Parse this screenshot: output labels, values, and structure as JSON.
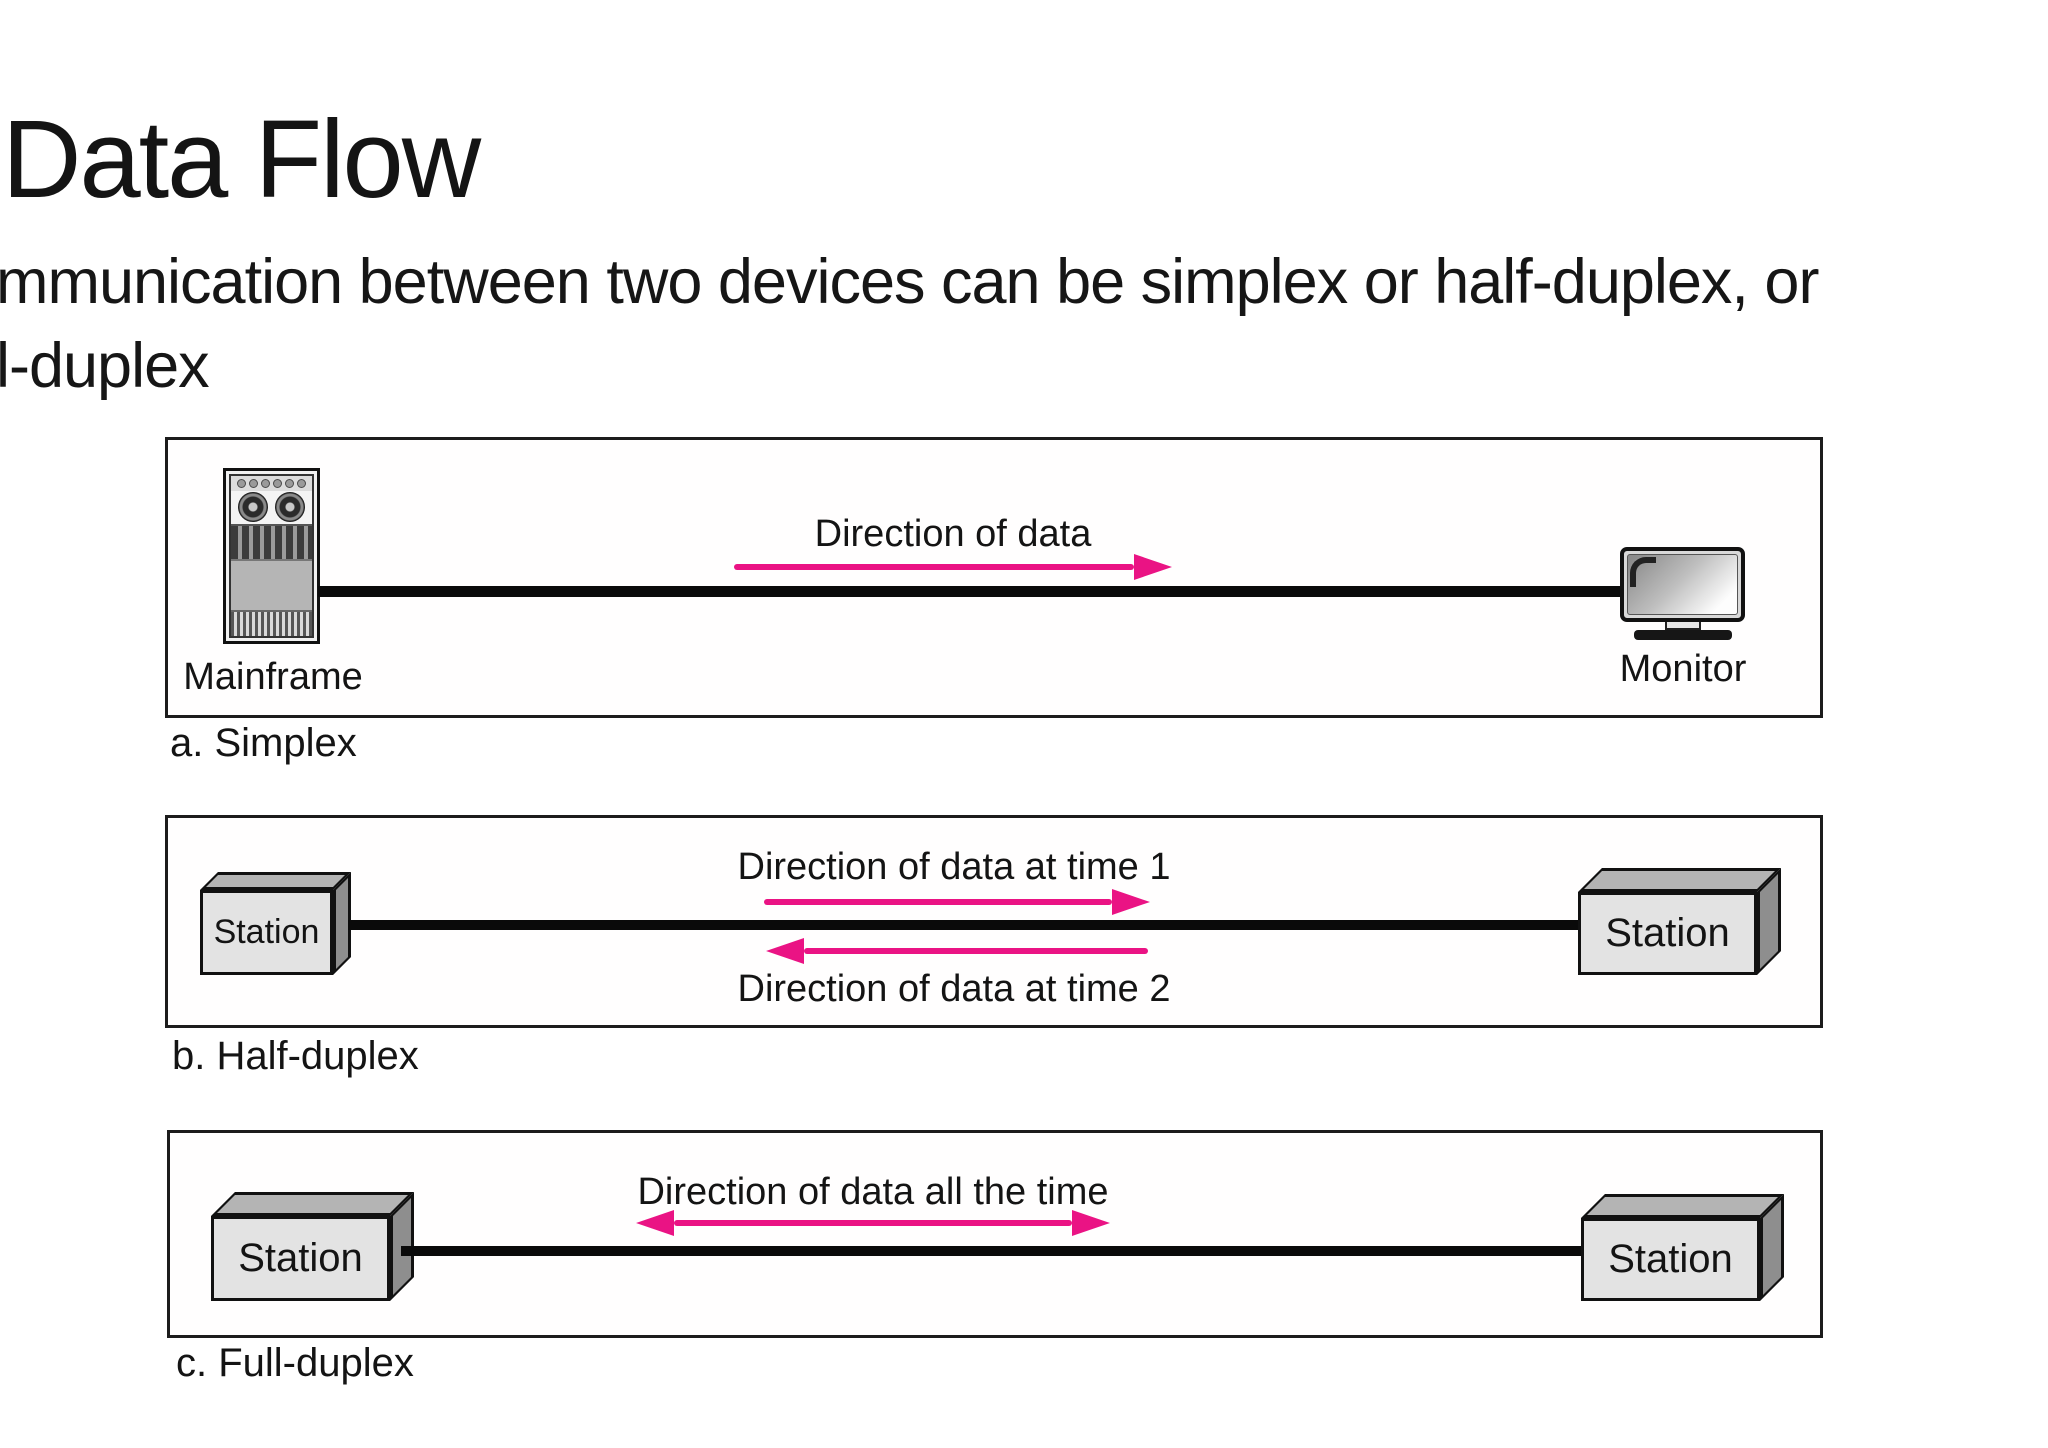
{
  "slide": {
    "title": "Data Flow",
    "subtitle_line1": "mmunication between two devices can be simplex or half-duplex, or",
    "subtitle_line2": "l-duplex"
  },
  "colors": {
    "accent_pink": "#EA1384",
    "line_black": "#0A0A0A"
  },
  "panels": {
    "simplex": {
      "caption": "a. Simplex",
      "left_device_label": "Mainframe",
      "right_device_label": "Monitor",
      "arrow_label": "Direction of data"
    },
    "half_duplex": {
      "caption": "b. Half-duplex",
      "left_station_label": "Station",
      "right_station_label": "Station",
      "arrow1_label": "Direction of data at time 1",
      "arrow2_label": "Direction of data at time 2"
    },
    "full_duplex": {
      "caption": "c. Full-duplex",
      "left_station_label": "Station",
      "right_station_label": "Station",
      "arrow_label": "Direction of data all the time"
    }
  }
}
